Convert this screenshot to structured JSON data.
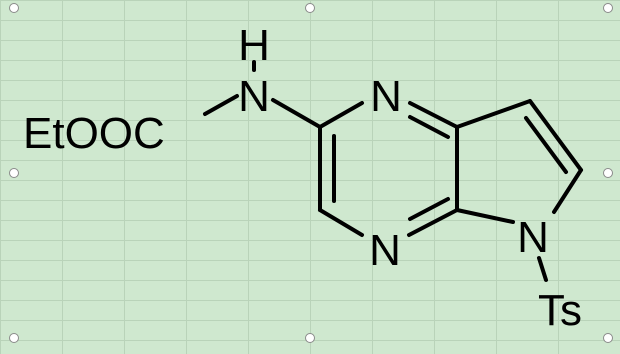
{
  "molecule": {
    "labels": {
      "h": "H",
      "nh": "N",
      "ester": "EtOOC",
      "n_top": "N",
      "n_bottom": "N",
      "n_pyrrole": "N",
      "ts": "Ts"
    }
  },
  "selection": {
    "handles": [
      "top-left",
      "top-center",
      "top-right",
      "middle-left",
      "middle-right",
      "bottom-left",
      "bottom-center",
      "bottom-right"
    ]
  },
  "colors": {
    "background": "#cfe8cf",
    "gridline": "#b9d3b9",
    "bond": "#000000",
    "handle_fill": "#ffffff",
    "handle_border": "#8a8a8a"
  }
}
